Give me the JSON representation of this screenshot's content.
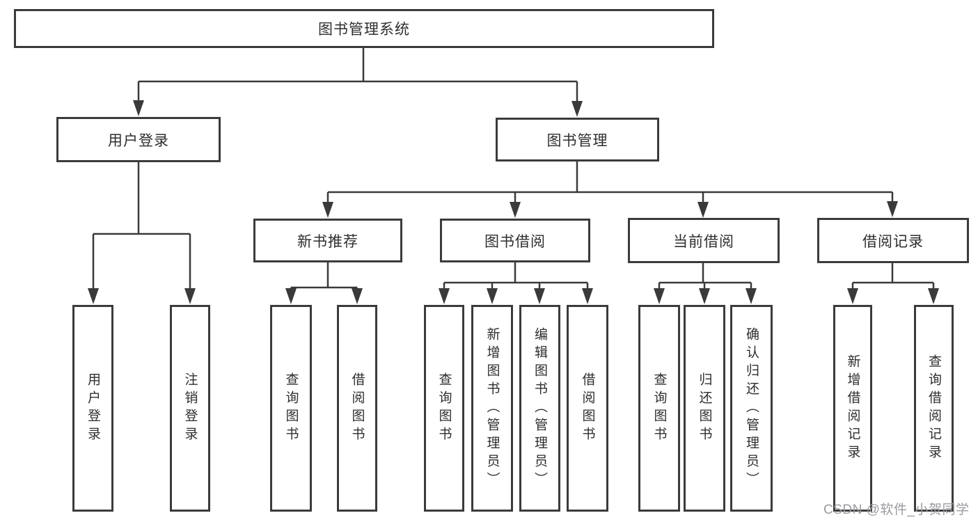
{
  "diagram": {
    "type": "tree",
    "colors": {
      "line": "#3a3a3a",
      "box_border": "#3b3b3b",
      "text": "#2e2e2e",
      "watermark": "#9b9ba0",
      "background": "#ffffff"
    },
    "watermark": "CSDN @软件_小贺同学",
    "nodes": {
      "root": "图书管理系统",
      "user_login": "用户登录",
      "book_mgmt": "图书管理",
      "new_book_rec": "新书推荐",
      "book_borrow": "图书借阅",
      "current_borrow": "当前借阅",
      "borrow_records": "借阅记录",
      "leaf_user_login": "用户登录",
      "leaf_logout": "注销登录",
      "leaf_query_book_rec": "查询图书",
      "leaf_borrow_book_rec": "借阅图书",
      "leaf_query_book_borrow": "查询图书",
      "leaf_add_book_admin": "新增图书（管理员）",
      "leaf_edit_book_admin": "编辑图书（管理员）",
      "leaf_borrow_book": "借阅图书",
      "leaf_query_book_current": "查询图书",
      "leaf_return_book": "归还图书",
      "leaf_confirm_return_admin": "确认归还（管理员）",
      "leaf_add_borrow_record": "新增借阅记录",
      "leaf_query_borrow_record": "查询借阅记录"
    },
    "edges": [
      {
        "from": "root",
        "to": "user_login"
      },
      {
        "from": "root",
        "to": "book_mgmt"
      },
      {
        "from": "user_login",
        "to": "leaf_user_login"
      },
      {
        "from": "user_login",
        "to": "leaf_logout"
      },
      {
        "from": "book_mgmt",
        "to": "new_book_rec"
      },
      {
        "from": "book_mgmt",
        "to": "book_borrow"
      },
      {
        "from": "book_mgmt",
        "to": "current_borrow"
      },
      {
        "from": "book_mgmt",
        "to": "borrow_records"
      },
      {
        "from": "new_book_rec",
        "to": "leaf_query_book_rec"
      },
      {
        "from": "new_book_rec",
        "to": "leaf_borrow_book_rec"
      },
      {
        "from": "book_borrow",
        "to": "leaf_query_book_borrow"
      },
      {
        "from": "book_borrow",
        "to": "leaf_add_book_admin"
      },
      {
        "from": "book_borrow",
        "to": "leaf_edit_book_admin"
      },
      {
        "from": "book_borrow",
        "to": "leaf_borrow_book"
      },
      {
        "from": "current_borrow",
        "to": "leaf_query_book_current"
      },
      {
        "from": "current_borrow",
        "to": "leaf_return_book"
      },
      {
        "from": "current_borrow",
        "to": "leaf_confirm_return_admin"
      },
      {
        "from": "borrow_records",
        "to": "leaf_add_borrow_record"
      },
      {
        "from": "borrow_records",
        "to": "leaf_query_borrow_record"
      }
    ]
  }
}
